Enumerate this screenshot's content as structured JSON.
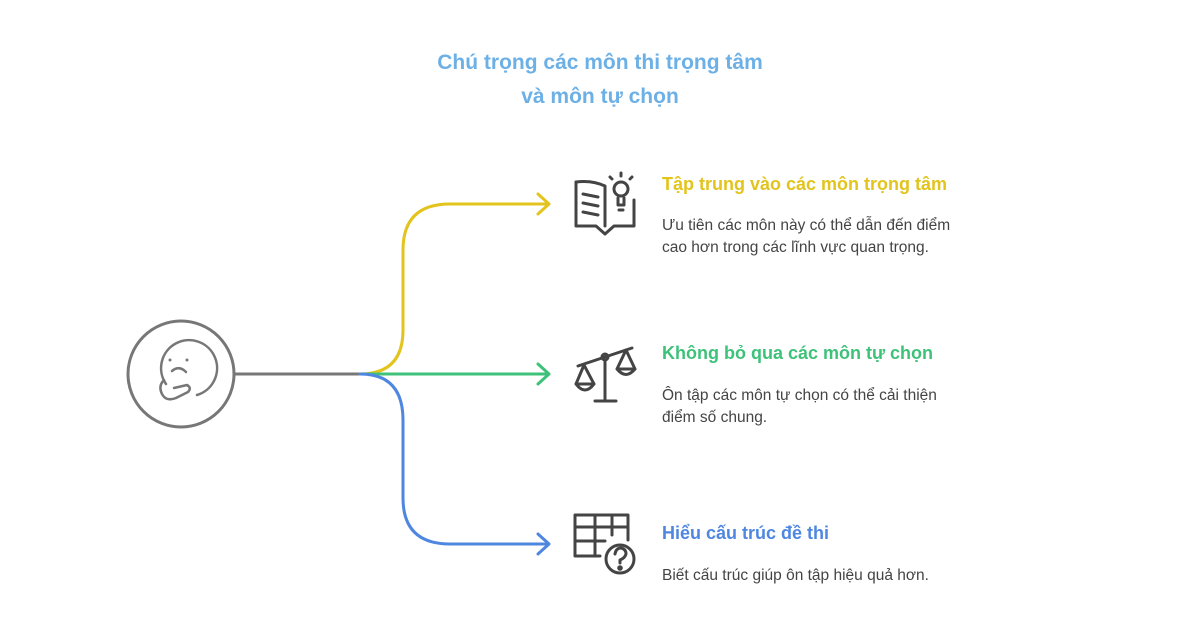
{
  "title": {
    "line1": "Chú trọng các môn thi trọng tâm",
    "line2": "và môn tự chọn"
  },
  "center": {
    "icon": "thinking-face-icon"
  },
  "branches": [
    {
      "heading": "Tập trung vào các môn trọng tâm",
      "desc1": "Ưu tiên các môn này có thể dẫn đến điểm",
      "desc2": "cao hơn trong các lĩnh vực quan trọng.",
      "color": "#e2c41d",
      "icon": "book-lightbulb-icon"
    },
    {
      "heading": "Không bỏ qua các môn tự chọn",
      "desc1": "Ôn tập các môn tự chọn có thể cải thiện",
      "desc2": "điểm số chung.",
      "color": "#3ec27a",
      "icon": "balance-scale-icon"
    },
    {
      "heading": "Hiểu cấu trúc đề thi",
      "desc1": "Biết cấu trúc giúp ôn tập hiệu quả hơn.",
      "color": "#4f87e0",
      "icon": "table-question-icon"
    }
  ]
}
